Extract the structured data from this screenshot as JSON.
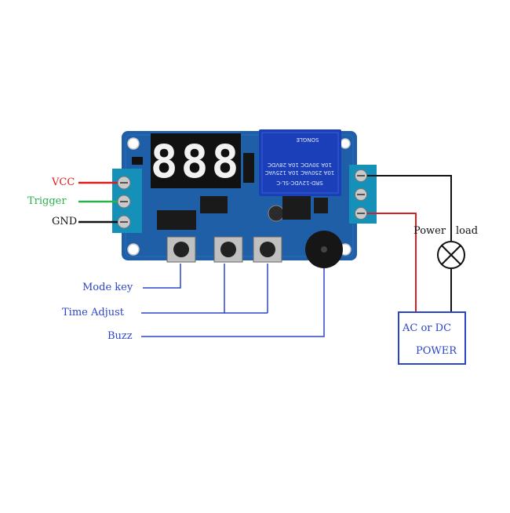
{
  "labels": {
    "vcc": "VCC",
    "trigger": "Trigger",
    "gnd": "GND",
    "mode_key": "Mode key",
    "time_adjust": "Time Adjust",
    "buzz": "Buzz",
    "power": "Power",
    "load": "load",
    "ac_dc": "AC or DC",
    "power_box": "POWER"
  },
  "display": {
    "digits": "888"
  },
  "relay": {
    "line1": "SRD-12VDC-SL-C",
    "line2": "10A 250VAC 10A 125VAC",
    "line3": "10A 30VDC 10A 28VDC",
    "brand": "SONGLE"
  },
  "colors": {
    "vcc_wire": "#d81e1e",
    "trigger_wire": "#27b34a",
    "gnd_wire": "#111111",
    "label_blue": "#2b45c9",
    "load_wire_red": "#d81e1e",
    "pcb": "#1f5fa8",
    "terminal": "#1590b8"
  }
}
